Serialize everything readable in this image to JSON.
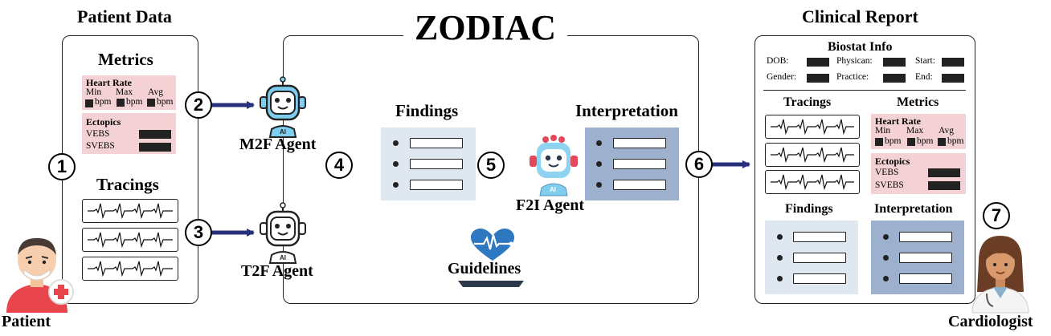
{
  "main_title": "ZODIAC",
  "patient_data": {
    "title": "Patient Data",
    "metrics_title": "Metrics",
    "heart_rate": {
      "title": "Heart Rate",
      "labels": [
        "Min",
        "Max",
        "Avg"
      ],
      "unit": "bpm"
    },
    "ectopics": {
      "title": "Ectopics",
      "items": [
        "VEBS",
        "SVEBS"
      ]
    },
    "tracings_title": "Tracings"
  },
  "agents": {
    "m2f": "M2F Agent",
    "t2f": "T2F Agent",
    "f2i": "F2I Agent",
    "ai_badge": "AI"
  },
  "findings_title": "Findings",
  "interpretation_title": "Interpretation",
  "guidelines": "Guidelines",
  "steps": [
    "1",
    "2",
    "3",
    "4",
    "5",
    "6",
    "7"
  ],
  "clinical_report": {
    "title": "Clinical Report",
    "biostat_title": "Biostat Info",
    "fields": [
      "DOB:",
      "Physican:",
      "Start:",
      "Gender:",
      "Practice:",
      "End:"
    ],
    "tracings_title": "Tracings",
    "metrics_title": "Metrics",
    "heart_rate": {
      "title": "Heart Rate",
      "labels": [
        "Min",
        "Max",
        "Avg"
      ],
      "unit": "bpm"
    },
    "ectopics": {
      "title": "Ectopics",
      "items": [
        "VEBS",
        "SVEBS"
      ]
    },
    "findings_title": "Findings",
    "interpretation_title": "Interpretation"
  },
  "people": {
    "patient": "Patient",
    "cardiologist": "Cardiologist"
  },
  "colors": {
    "arrow": "#27307a",
    "pink": "#f3d1d4",
    "findings_bg": "#dfe7f1",
    "interp_bg": "#9db1cf",
    "robot": "#7fcdf0"
  }
}
